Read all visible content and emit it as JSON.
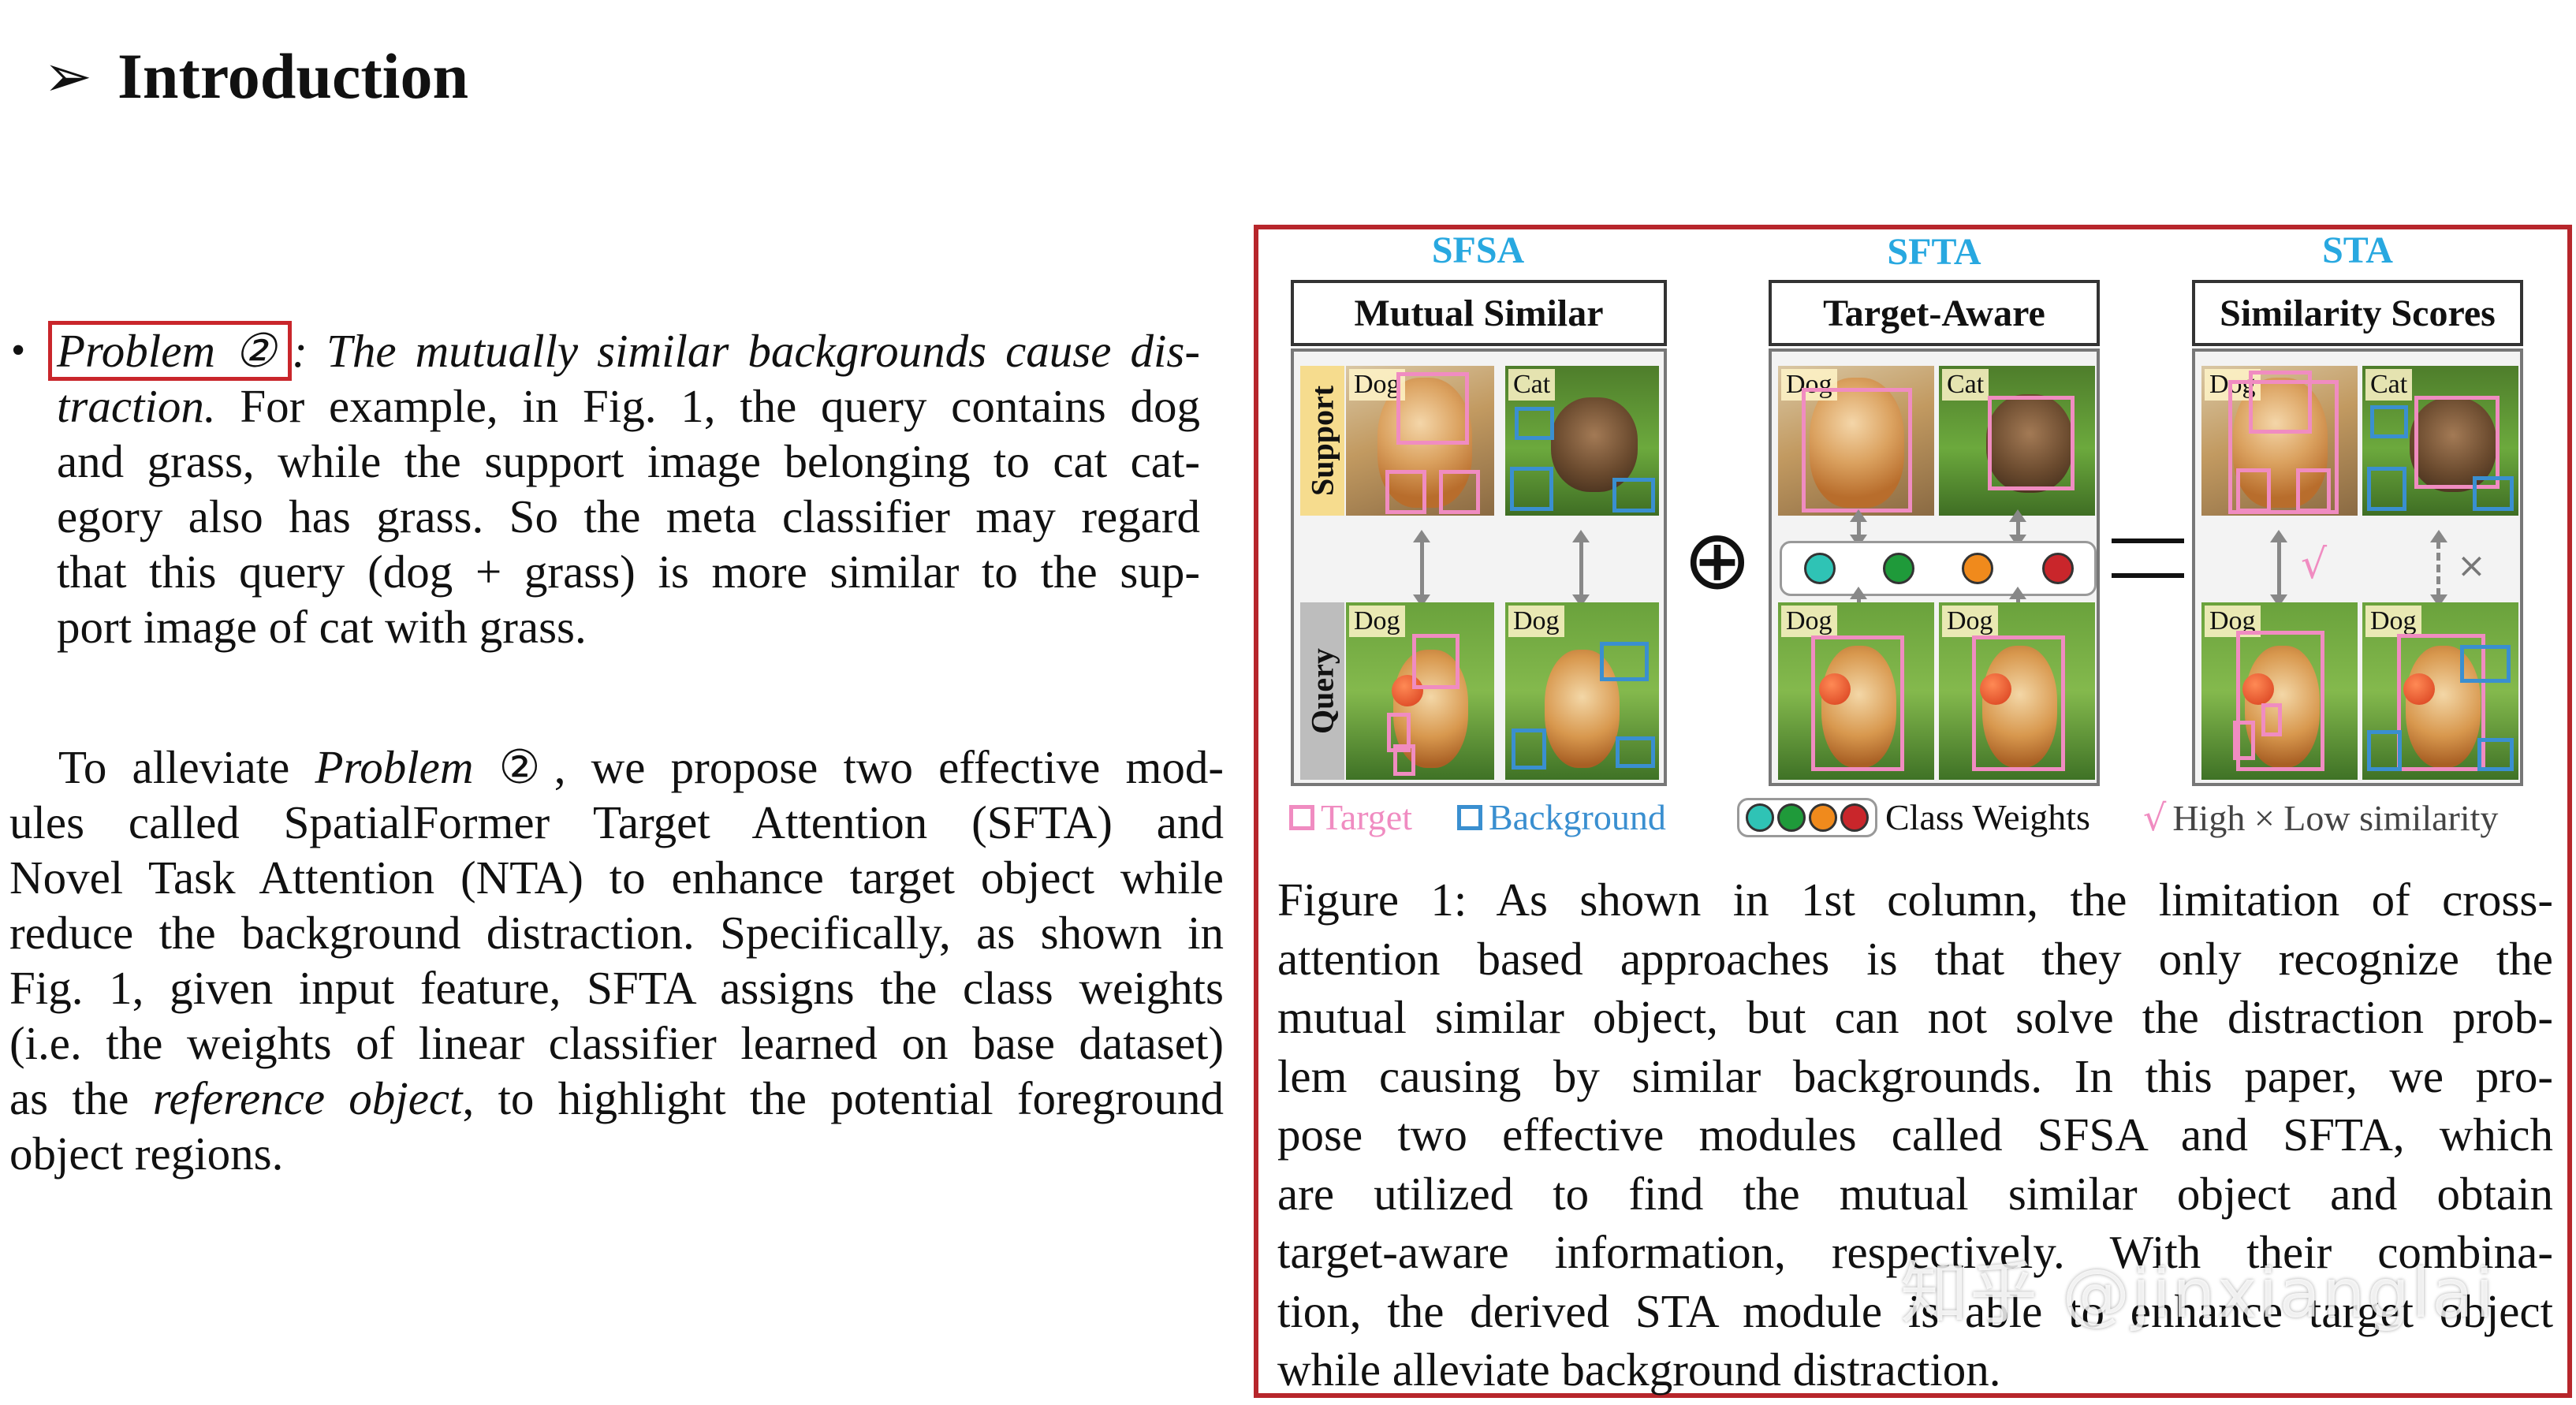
{
  "heading": {
    "arrow": "➢",
    "title": "Introduction"
  },
  "bullet": {
    "dot": "•",
    "problem_label": "Problem ②",
    "lines": [
      ": The mutually similar backgrounds cause dis-",
      "traction.",
      " For example, in Fig. 1, the query contains dog",
      "and grass, while the support image belonging to cat cat-",
      "egory also has grass. So the meta classifier may regard",
      "that this query (dog + grass) is more similar to the sup-",
      "port image of cat with grass."
    ]
  },
  "para2": {
    "l1a": "To alleviate ",
    "l1b": "Problem",
    "l1c": " ②, we propose two effective mod-",
    "l2": "ules called SpatialFormer Target Attention (SFTA) and",
    "l3": "Novel Task Attention (NTA) to enhance target object while",
    "l4": "reduce the background distraction. Specifically, as shown in",
    "l5": "Fig. 1, given input feature, SFTA assigns the class weights",
    "l6": "(i.e. the weights of linear classifier learned on base dataset)",
    "l7a": "as the ",
    "l7b": "reference object",
    "l7c": ", to highlight the potential foreground",
    "l8": "object regions."
  },
  "figure": {
    "modules": [
      "SFSA",
      "SFTA",
      "STA"
    ],
    "panel_titles": [
      "Mutual Similar",
      "Target-Aware",
      "Similarity Scores"
    ],
    "row_labels": [
      "Support",
      "Query"
    ],
    "tags": {
      "dog": "Dog",
      "cat": "Cat"
    },
    "op_plus": "⊕",
    "op_equal": "=",
    "check": "√",
    "cross": "×",
    "legend": {
      "target": "Target",
      "background": "Background",
      "class_weights": "Class Weights",
      "high": "High",
      "low": "× Low similarity"
    },
    "weight_colors": [
      "#2fc3b5",
      "#1f9a3a",
      "#f08a1c",
      "#c9262b"
    ],
    "colors": {
      "target": "#f08cc1",
      "background": "#3a8fd0",
      "module": "#28a8e0",
      "frame": "#b7262b"
    }
  },
  "caption": [
    "Figure 1: As shown in 1st column, the limitation of cross-",
    "attention based approaches is that they only recognize the",
    "mutual similar object, but can not solve the distraction prob-",
    "lem causing by similar backgrounds. In this paper, we pro-",
    "pose two effective modules called SFSA and SFTA, which",
    "are utilized to find the mutual similar object and obtain",
    "target-aware information, respectively. With their combina-",
    "tion, the derived STA module is able to enhance target object",
    "while alleviate background distraction."
  ],
  "watermark": "知乎 @jinxianglai"
}
